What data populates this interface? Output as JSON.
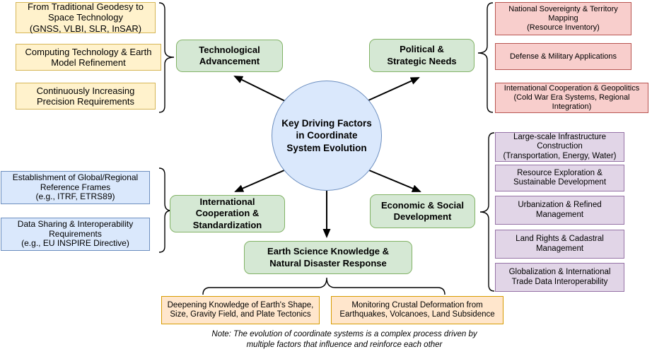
{
  "center": {
    "label": "Key Driving Factors\nin Coordinate\nSystem Evolution"
  },
  "branches": {
    "technological": {
      "label": "Technological\nAdvancement",
      "items": [
        "From Traditional Geodesy to\nSpace Technology\n(GNSS, VLBI, SLR, InSAR)",
        "Computing Technology & Earth\nModel Refinement",
        "Continuously Increasing\nPrecision Requirements"
      ]
    },
    "political": {
      "label": "Political &\nStrategic Needs",
      "items": [
        "National Sovereignty & Territory\nMapping\n(Resource Inventory)",
        "Defense & Military Applications",
        "International Cooperation & Geopolitics\n(Cold War Era Systems, Regional\nIntegration)"
      ]
    },
    "international": {
      "label": "International\nCooperation &\nStandardization",
      "items": [
        "Establishment of Global/Regional\nReference Frames\n(e.g., ITRF, ETRS89)",
        "Data Sharing & Interoperability\nRequirements\n(e.g., EU INSPIRE Directive)"
      ]
    },
    "economic": {
      "label": "Economic & Social\nDevelopment",
      "items": [
        "Large-scale Infrastructure\nConstruction\n(Transportation, Energy, Water)",
        "Resource Exploration &\nSustainable Development",
        "Urbanization & Refined\nManagement",
        "Land Rights & Cadastral\nManagement",
        "Globalization & International\nTrade Data Interoperability"
      ]
    },
    "earth_science": {
      "label": "Earth Science Knowledge &\nNatural Disaster Response",
      "items": [
        "Deepening Knowledge of Earth's Shape,\nSize, Gravity Field, and Plate Tectonics",
        "Monitoring Crustal Deformation from\nEarthquakes, Volcanoes, Land Subsidence"
      ]
    }
  },
  "note": "Note: The evolution of coordinate systems is a complex process driven by\nmultiple factors that influence and reinforce each other",
  "palette": {
    "center_fill": "#dae8fc",
    "center_stroke": "#6c8ebf",
    "branch_fill": "#d5e8d4",
    "branch_stroke": "#82b366",
    "technological_items_fill": "#fff2cc",
    "technological_items_stroke": "#d6b656",
    "political_items_fill": "#f8cecc",
    "political_items_stroke": "#b85450",
    "international_items_fill": "#dae8fc",
    "international_items_stroke": "#6c8ebf",
    "economic_items_fill": "#e1d5e7",
    "economic_items_stroke": "#9673a6",
    "earth_science_items_fill": "#ffe6cc",
    "earth_science_items_stroke": "#d79b00",
    "connector_color": "#000000"
  }
}
